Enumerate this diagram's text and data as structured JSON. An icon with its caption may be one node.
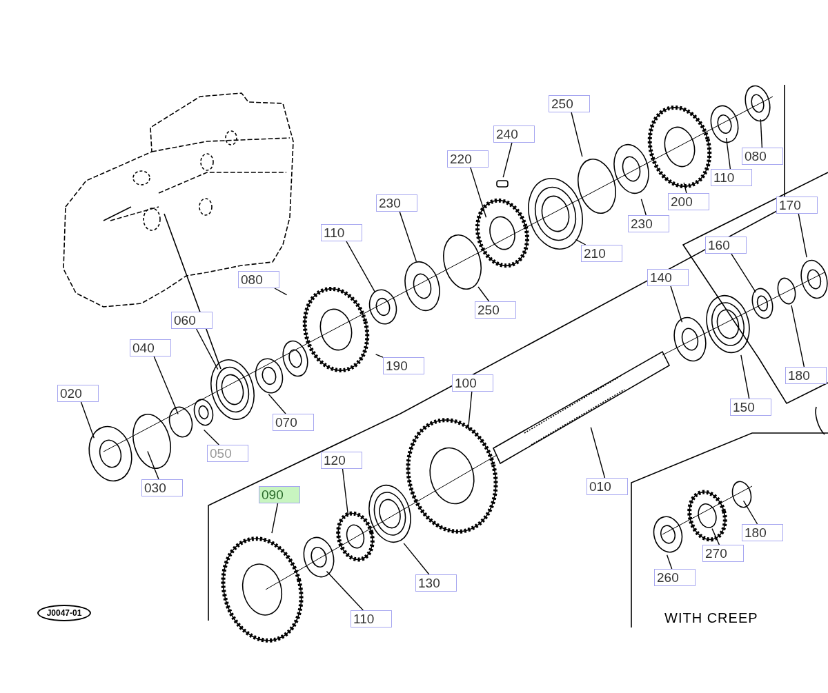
{
  "diagram": {
    "nodes": [
      {
        "text": [
          "250"
        ]
      },
      {
        "text": [
          "240"
        ]
      },
      {
        "text": [
          "220"
        ]
      },
      {
        "text": [
          "080"
        ]
      },
      {
        "text": [
          "110"
        ]
      },
      {
        "text": [
          "200"
        ]
      },
      {
        "text": [
          "230"
        ]
      },
      {
        "text": [
          "210"
        ]
      },
      {
        "text": [
          "230"
        ]
      },
      {
        "text": [
          "110"
        ]
      },
      {
        "text": [
          "160"
        ]
      },
      {
        "text": [
          "170"
        ]
      },
      {
        "text": [
          "140"
        ]
      },
      {
        "text": [
          "080"
        ]
      },
      {
        "text": [
          "250"
        ]
      },
      {
        "text": [
          "060"
        ]
      },
      {
        "text": [
          "040"
        ]
      },
      {
        "text": [
          "190"
        ]
      },
      {
        "text": [
          "180"
        ]
      },
      {
        "text": [
          "020"
        ]
      },
      {
        "text": [
          "100"
        ]
      },
      {
        "text": [
          "150"
        ]
      },
      {
        "text": [
          "070"
        ]
      },
      {
        "text": [
          "050"
        ]
      },
      {
        "text": [
          "120"
        ]
      },
      {
        "text": [
          "030"
        ]
      },
      {
        "text": [
          "010"
        ]
      },
      {
        "text": [
          "090"
        ]
      },
      {
        "text": [
          "180"
        ]
      },
      {
        "text": [
          "270"
        ]
      },
      {
        "text": [
          "260"
        ]
      },
      {
        "text": [
          "130"
        ]
      },
      {
        "text": [
          "110"
        ]
      },
      {
        "text": [
          "J0047-01"
        ]
      }
    ],
    "edges": [
      {
        "from": 0,
        "to": null,
        "arrow": "none"
      },
      {
        "from": 1,
        "to": null,
        "arrow": "none"
      },
      {
        "from": 2,
        "to": null,
        "arrow": "none"
      },
      {
        "from": 3,
        "to": null,
        "arrow": "none"
      },
      {
        "from": 4,
        "to": null,
        "arrow": "none"
      },
      {
        "from": 5,
        "to": null,
        "arrow": "none"
      },
      {
        "from": 6,
        "to": null,
        "arrow": "none"
      },
      {
        "from": 7,
        "to": null,
        "arrow": "none"
      },
      {
        "from": 8,
        "to": null,
        "arrow": "none"
      },
      {
        "from": 9,
        "to": null,
        "arrow": "none"
      },
      {
        "from": 10,
        "to": null,
        "arrow": "none"
      },
      {
        "from": 11,
        "to": null,
        "arrow": "none"
      },
      {
        "from": 12,
        "to": null,
        "arrow": "none"
      },
      {
        "from": 13,
        "to": null,
        "arrow": "none"
      },
      {
        "from": 14,
        "to": null,
        "arrow": "none"
      },
      {
        "from": 15,
        "to": null,
        "arrow": "none"
      },
      {
        "from": 16,
        "to": null,
        "arrow": "none"
      },
      {
        "from": 17,
        "to": null,
        "arrow": "none"
      },
      {
        "from": 18,
        "to": null,
        "arrow": "none"
      },
      {
        "from": 19,
        "to": null,
        "arrow": "none"
      },
      {
        "from": 20,
        "to": null,
        "arrow": "none"
      },
      {
        "from": 21,
        "to": null,
        "arrow": "none"
      },
      {
        "from": 22,
        "to": null,
        "arrow": "none"
      },
      {
        "from": 23,
        "to": null,
        "arrow": "none"
      },
      {
        "from": 24,
        "to": null,
        "arrow": "none"
      },
      {
        "from": 25,
        "to": null,
        "arrow": "none"
      },
      {
        "from": 26,
        "to": null,
        "arrow": "none"
      },
      {
        "from": 27,
        "to": null,
        "arrow": "none"
      },
      {
        "from": 28,
        "to": null,
        "arrow": "none"
      },
      {
        "from": 29,
        "to": null,
        "arrow": "none"
      },
      {
        "from": 30,
        "to": null,
        "arrow": "none"
      },
      {
        "from": 31,
        "to": null,
        "arrow": "none"
      },
      {
        "from": 32,
        "to": null,
        "arrow": "none"
      }
    ],
    "labels": [
      "WITH CREEP"
    ]
  }
}
